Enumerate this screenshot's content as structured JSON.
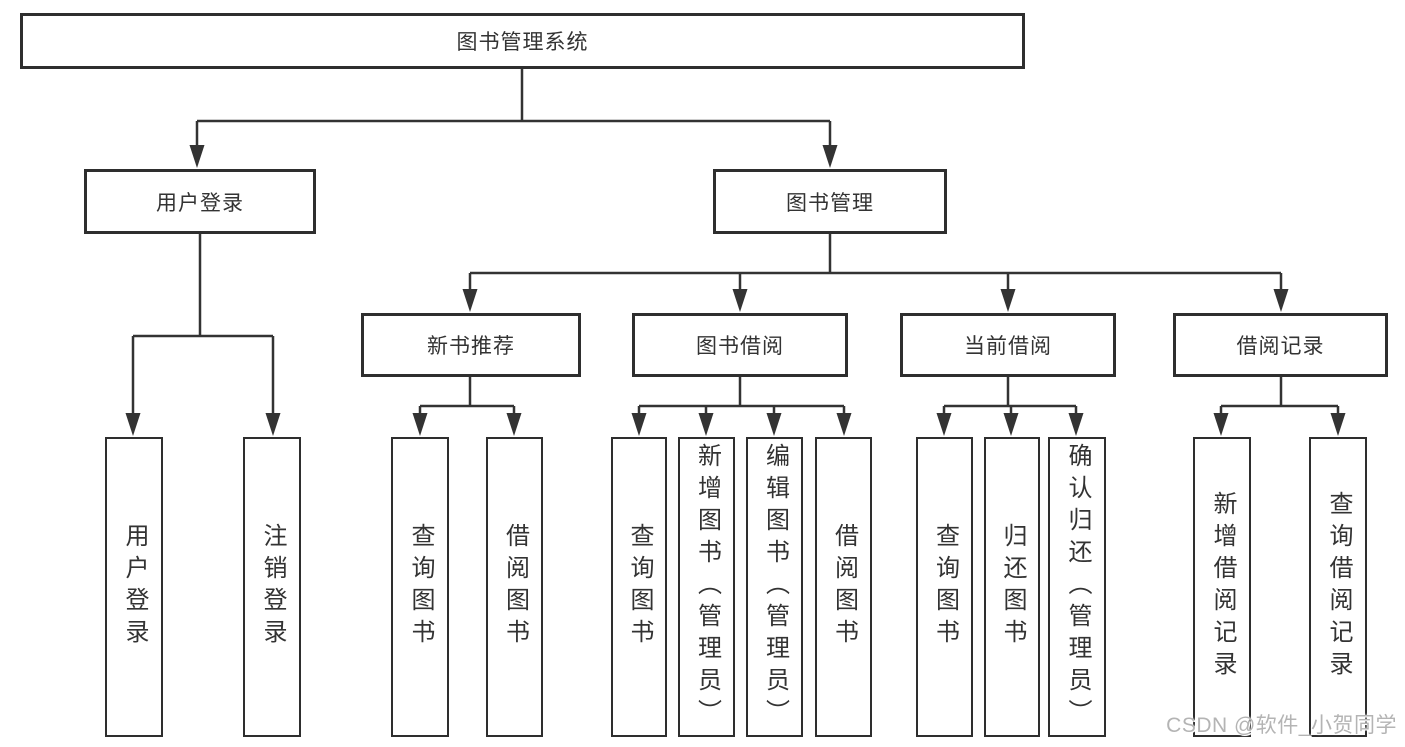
{
  "root": {
    "label": "图书管理系统"
  },
  "level2": {
    "user_login": {
      "label": "用户登录"
    },
    "book_mgmt": {
      "label": "图书管理"
    }
  },
  "level3": {
    "new_books": {
      "label": "新书推荐"
    },
    "book_borrow": {
      "label": "图书借阅"
    },
    "current_borrow": {
      "label": "当前借阅"
    },
    "borrow_records": {
      "label": "借阅记录"
    }
  },
  "leaves": [
    {
      "label": "用户登录",
      "parent": "用户登录"
    },
    {
      "label": "注销登录",
      "parent": "用户登录"
    },
    {
      "label": "查询图书",
      "parent": "新书推荐"
    },
    {
      "label": "借阅图书",
      "parent": "新书推荐"
    },
    {
      "label": "查询图书",
      "parent": "图书借阅"
    },
    {
      "label": "新增图书（管理员）",
      "parent": "图书借阅"
    },
    {
      "label": "编辑图书（管理员）",
      "parent": "图书借阅"
    },
    {
      "label": "借阅图书",
      "parent": "图书借阅"
    },
    {
      "label": "查询图书",
      "parent": "当前借阅"
    },
    {
      "label": "归还图书",
      "parent": "当前借阅"
    },
    {
      "label": "确认归还（管理员）",
      "parent": "当前借阅"
    },
    {
      "label": "新增借阅记录",
      "parent": "借阅记录"
    },
    {
      "label": "查询借阅记录",
      "parent": "借阅记录"
    }
  ],
  "watermark": "CSDN @软件_小贺同学",
  "colors": {
    "line": "#333333",
    "border": "#2e2e2e",
    "text": "#333333",
    "background": "#ffffff",
    "watermark": "#b4b4b4"
  }
}
